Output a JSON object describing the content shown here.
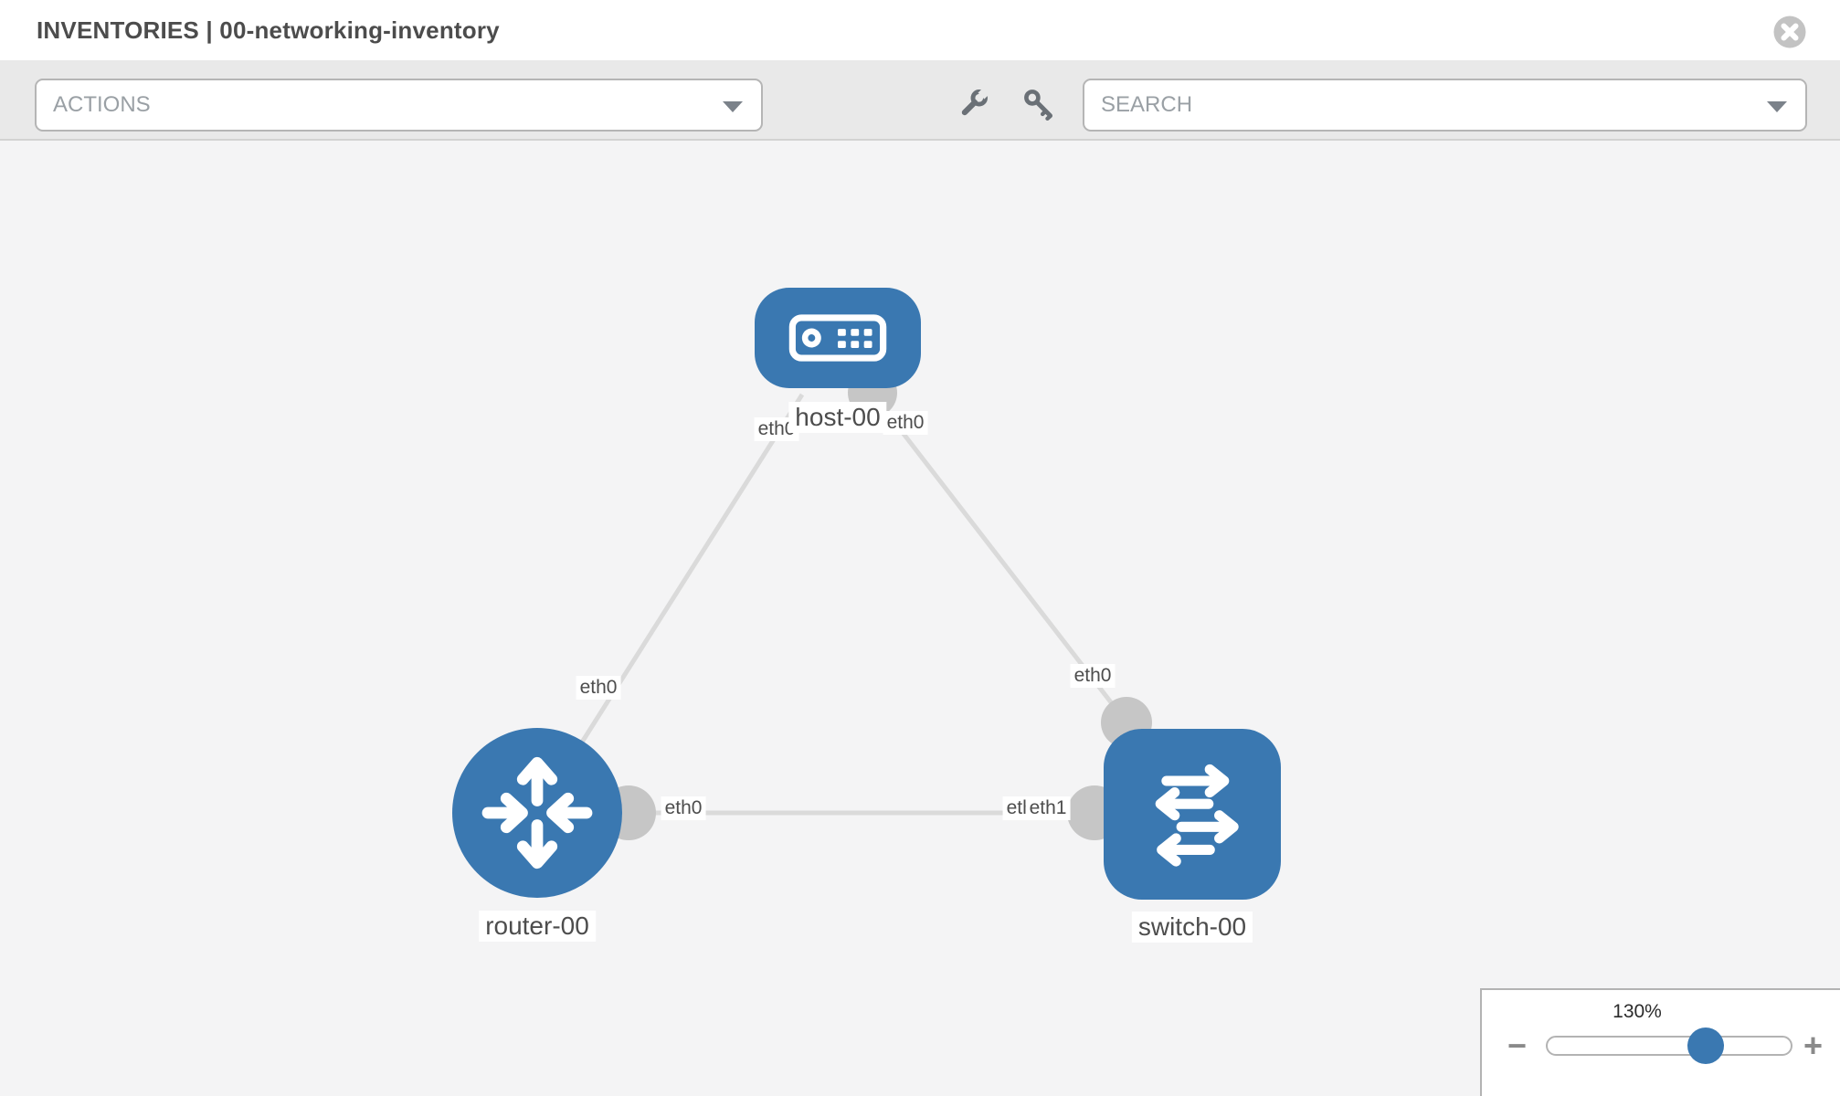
{
  "header": {
    "title": "INVENTORIES | 00-networking-inventory",
    "close_icon": "close-circle-icon"
  },
  "toolbar": {
    "actions_label": "ACTIONS",
    "search_label": "SEARCH",
    "icons": [
      "wrench-icon",
      "key-icon"
    ]
  },
  "colors": {
    "node_blue": "#3a78b1",
    "link_gray": "#dadada",
    "port_gray": "#c6c6c6",
    "toolbar_bg": "#e9e9e9",
    "canvas_bg": "#f4f4f5"
  },
  "topology": {
    "nodes": [
      {
        "id": "host-00",
        "type": "host",
        "label": "host-00",
        "icon": "host-icon"
      },
      {
        "id": "router-00",
        "type": "router",
        "label": "router-00",
        "icon": "router-icon"
      },
      {
        "id": "switch-00",
        "type": "switch",
        "label": "switch-00",
        "icon": "switch-icon"
      }
    ],
    "links": [
      {
        "from": "router-00",
        "to": "host-00",
        "from_label": "eth0",
        "to_label": "eth0"
      },
      {
        "from": "host-00",
        "to": "switch-00",
        "from_label": "eth0",
        "to_label": "eth0"
      },
      {
        "from": "router-00",
        "to": "switch-00",
        "from_label": "eth0",
        "to_label": "eth1",
        "to_label_overlapped": "eth0"
      }
    ]
  },
  "zoom_control": {
    "value": 130,
    "percent_label": "130%",
    "minus_label": "−",
    "plus_label": "+"
  }
}
